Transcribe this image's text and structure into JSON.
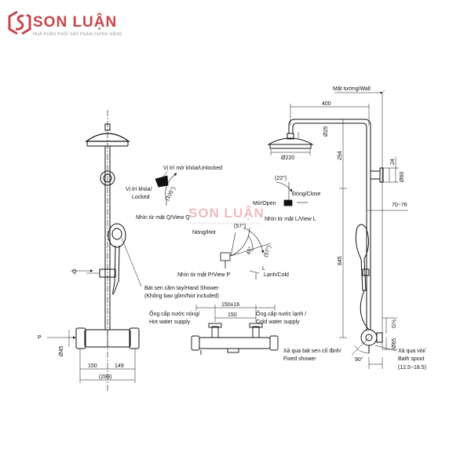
{
  "brand": {
    "name": "SON LUẬN",
    "tagline": "NHÀ PHÂN PHỐI SẢN PHẨM CHÍNH HÃNG",
    "accent_color": "#c8464a"
  },
  "watermark": {
    "name": "SON LUẬN",
    "tagline": "NHÀ PHÂN PHỐI SẢN PHẨM CHÍNH HÃNG"
  },
  "front_view": {
    "label_q": "Q",
    "label_p": "P",
    "dim_45": "Ø45",
    "dim_150": "150",
    "dim_149": "149",
    "dim_299": "(299)",
    "hand_shower_line1": "Bát sen cầm tay/Hand Shower",
    "hand_shower_line2": "(Không bao gồm/Not included)"
  },
  "lock_view": {
    "unlocked": "Vị trí mở khóa/Unlocked",
    "locked_line1": "Vị trí khóa/",
    "locked_line2": "Locked",
    "angle": "(105°)",
    "view_q": "Nhìn từ mặt Q/View Q"
  },
  "temp_view": {
    "hot": "Nóng/Hot",
    "cold": "Lạnh/Cold",
    "angle_57a": "(57°)",
    "angle_45": "45°",
    "angle_57b": "(57°)",
    "view_p": "Nhìn từ mặt P/View P",
    "label_l": "L"
  },
  "flow_view": {
    "angle_22": "(22°)",
    "close": "Đóng/Close",
    "open": "Mở/Open",
    "view_l": "Nhìn từ mặt L/View L"
  },
  "bottom_view": {
    "dim_150_16": "150±16",
    "dim_150": "150",
    "hot_supply_line1": "Ống cấp nước nóng/",
    "hot_supply_line2": "Hot water supply",
    "cold_supply_line1": "Ống cấp nước lạnh /",
    "cold_supply_line2": "Cold water supply"
  },
  "side_view": {
    "wall": "Mặt tường/Wall",
    "dim_400": "400",
    "dim_25": "Ø25",
    "dim_220": "Ø220",
    "dim_294": "294",
    "dim_24": "24",
    "dim_60": "Ø60",
    "dim_70_76": "70~76",
    "dim_845": "845",
    "dim_g12": "G½",
    "dim_65": "Ø65",
    "fixed_line1": "Xả qua bát sen cố định/",
    "fixed_line2": "Fixed shower",
    "spout_line1": "Xả qua vòi/",
    "spout_line2": "Bath spout",
    "angle_90": "90°",
    "dim_range": "(12.5~18.5)"
  }
}
